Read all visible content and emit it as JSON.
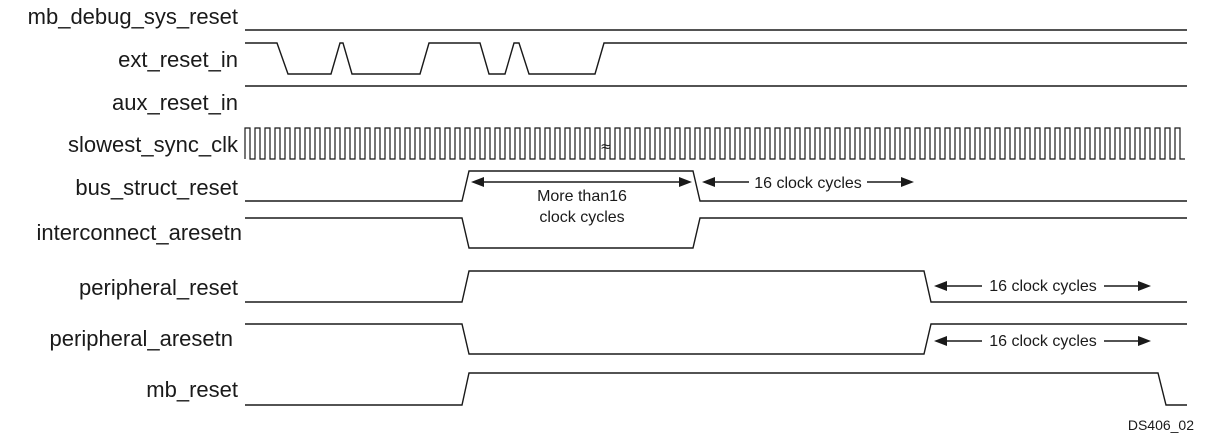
{
  "signals": {
    "mb_debug_sys_reset": "mb_debug_sys_reset",
    "ext_reset_in": "ext_reset_in",
    "aux_reset_in": "aux_reset_in",
    "slowest_sync_clk": "slowest_sync_clk",
    "bus_struct_reset": "bus_struct_reset",
    "interconnect_aresetn": "interconnect_aresetn",
    "peripheral_reset": "peripheral_reset",
    "peripheral_aresetn": "peripheral_aresetn",
    "mb_reset": "mb_reset"
  },
  "annotations": {
    "more_than_16_line1": "More than16",
    "more_than_16_line2": "clock cycles",
    "bus_struct_16_cycles": "16 clock cycles",
    "peripheral_reset_16_cycles": "16 clock cycles",
    "peripheral_aresetn_16_cycles": "16 clock cycles"
  },
  "clock_break_mark": "≈",
  "figure_id": "DS406_02"
}
